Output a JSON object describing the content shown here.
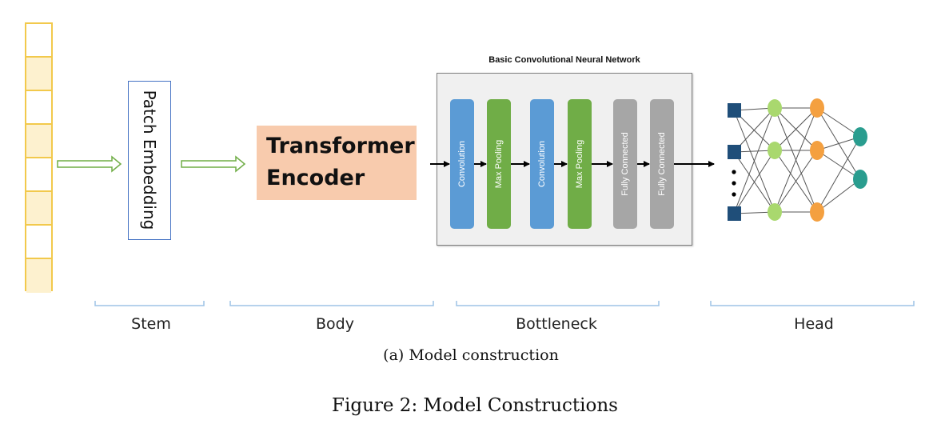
{
  "stem": {
    "patch_embedding_label": "Patch Embedding"
  },
  "body": {
    "transformer_line1": "Transformer",
    "transformer_line2": "Encoder"
  },
  "bottleneck": {
    "title": "Basic Convolutional Neural Network",
    "layers": [
      "Convolution",
      "Max Pooling",
      "Convolution",
      "Max Pooling",
      "Fully Connected",
      "Fully Connected"
    ]
  },
  "sections": [
    "Stem",
    "Body",
    "Bottleneck",
    "Head"
  ],
  "captions": {
    "subfigure": "(a)  Model construction",
    "figure": "Figure 2: Model Constructions"
  },
  "colors": {
    "patch_border": "#f2c94c",
    "patch_fill": "#fdf1cf",
    "arrow_green": "#70ad47",
    "embed_border": "#4472c4",
    "transformer_fill": "#f8cbad",
    "conv": "#5b9bd5",
    "pool": "#70ad47",
    "fc": "#a6a6a6",
    "head_input": "#1f4e79",
    "head_hidden1": "#a9d86e",
    "head_hidden2": "#f4a040",
    "head_output": "#2a9d8f",
    "brace": "#9dc3e6"
  }
}
